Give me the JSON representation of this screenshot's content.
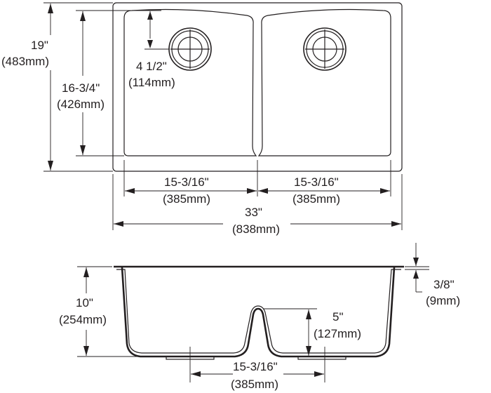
{
  "diagram": {
    "top_view": {
      "overall_depth": {
        "inch": "19\"",
        "mm": "(483mm)"
      },
      "bowl_depth": {
        "inch": "16-3/4\"",
        "mm": "(426mm)"
      },
      "drain_offset": {
        "inch": "4 1/2\"",
        "mm": "(114mm)"
      },
      "left_bowl_width": {
        "inch": "15-3/16\"",
        "mm": "(385mm)"
      },
      "right_bowl_width": {
        "inch": "15-3/16\"",
        "mm": "(385mm)"
      },
      "overall_width": {
        "inch": "33\"",
        "mm": "(838mm)"
      }
    },
    "side_view": {
      "depth": {
        "inch": "10\"",
        "mm": "(254mm)"
      },
      "rim_thickness": {
        "inch": "3/8\"",
        "mm": "(9mm)"
      },
      "divider_height": {
        "inch": "5\"",
        "mm": "(127mm)"
      },
      "drain_spacing": {
        "inch": "15-3/16\"",
        "mm": "(385mm)"
      }
    }
  }
}
